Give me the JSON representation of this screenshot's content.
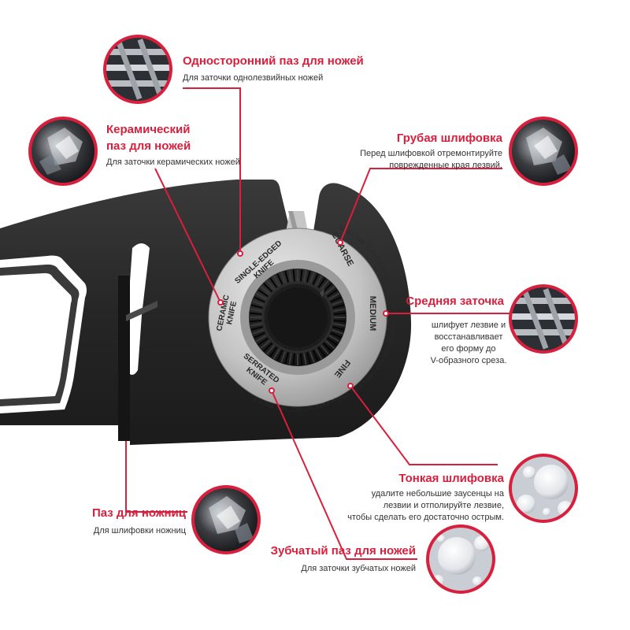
{
  "callouts": {
    "single_edge": {
      "title": "Односторонний паз для ножей",
      "desc": "Для заточки однолезвийных ножей"
    },
    "ceramic": {
      "title_line1": "Керамический",
      "title_line2": "паз для ножей",
      "desc": "Для заточки керамических ножей"
    },
    "coarse": {
      "title": "Грубая шлифовка",
      "desc_line1": "Перед шлифовкой отремонтируйте",
      "desc_line2": "поврежденные края лезвий."
    },
    "medium": {
      "title": "Средняя заточка",
      "desc_line1": "шлифует лезвие и",
      "desc_line2": "восстанавливает",
      "desc_line3": "его форму до",
      "desc_line4": "V-образного среза."
    },
    "fine": {
      "title": "Тонкая шлифовка",
      "desc_line1": "удалите небольшие заусенцы на",
      "desc_line2": "лезвии и отполируйте лезвие,",
      "desc_line3": "чтобы сделать его достаточно острым."
    },
    "scissors": {
      "title": "Паз для ножниц",
      "desc": "Для шлифовки ножниц"
    },
    "serrated": {
      "title": "Зубчатый паз для ножей",
      "desc": "Для заточки зубчатых ножей"
    }
  },
  "dial": {
    "single_edged_line1": "SINGLE-EDGED",
    "single_edged_line2": "KNIFE",
    "ceramic_line1": "CERAMIC",
    "ceramic_line2": "KNIFE",
    "serrated_line1": "SERRATED",
    "serrated_line2": "KNIFE",
    "coarse": "COARSE",
    "medium": "MEDIUM",
    "fine": "FINE",
    "arc_text_1": "ADJUSTABLE ANGLE KNIFE & SCISSORS SHARPENER ONE DIRECTION ONLY",
    "arc_text_2": "PLEASE DO NOT SAW BACK AND FORTH"
  },
  "colors": {
    "accent": "#d81f3d",
    "body": "#2b2b2b",
    "dial_ring": "#bdbdbd"
  },
  "icons": {
    "single_edge": "steel-rods-icon",
    "ceramic": "diamond-grit-icon",
    "coarse": "diamond-grit-icon",
    "medium": "steel-rods-icon",
    "fine": "ceramic-balls-icon",
    "scissors": "diamond-grit-icon",
    "serrated": "ceramic-balls-icon"
  }
}
